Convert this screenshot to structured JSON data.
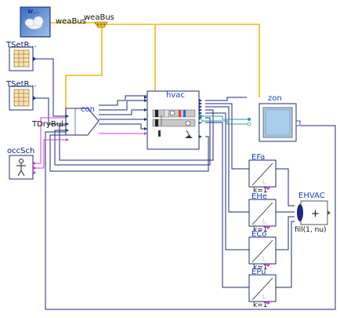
{
  "blocks": {
    "weather": {
      "name": "w..."
    },
    "weaBus_label": "weaBus",
    "weaBus_connector": "weaBus",
    "tset1": {
      "name": "TSetR..."
    },
    "tset2": {
      "name": "TSetR..."
    },
    "occ": {
      "name": "occSch"
    },
    "con": {
      "name": "con",
      "port": "TDryBul"
    },
    "hvac": {
      "name": "hvac"
    },
    "zon": {
      "name": "zon"
    },
    "efan": {
      "name": "EFa",
      "k": "k=1"
    },
    "ehea": {
      "name": "EHe",
      "k": "k=1"
    },
    "ecoo": {
      "name": "ECo",
      "k": "k=1"
    },
    "epum": {
      "name": "EPu",
      "k": "k=1"
    },
    "ehvac": {
      "name": "EHVAC",
      "symbol": "+",
      "fill": "fill(1, nu)"
    }
  },
  "colors": {
    "navy": "#0b1a6e",
    "bus_yellow": "#f2b81b",
    "magenta": "#d23bd4",
    "teal": "#2a9c9c",
    "zone_blue": "#a9cdea"
  }
}
